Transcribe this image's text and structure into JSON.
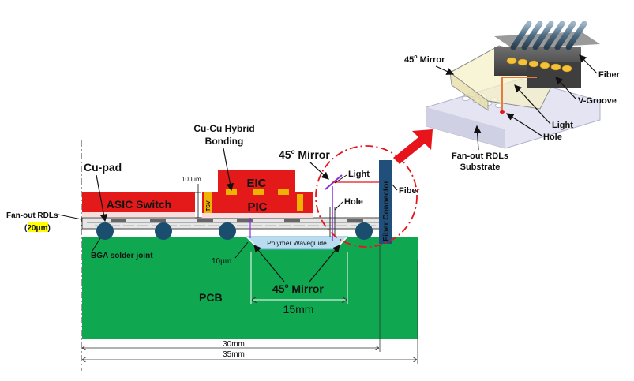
{
  "labels": {
    "cu_cu_line1": "Cu-Cu Hybrid",
    "cu_cu_line2": "Bonding",
    "cu_pad": "Cu-pad",
    "dim_100um": "100μm",
    "eic": "EIC",
    "pic": "PIC",
    "tsv": "TSV",
    "asic_switch": "ASIC Switch",
    "fanout_line1": "Fan-out RDLs",
    "fanout_line2": "(20μm)",
    "bga": "BGA solder joint",
    "dim_10um": "10μm",
    "polymer_waveguide": "Polymer Waveguide",
    "mirror_main_prefix": "45",
    "mirror_main_suffix": " Mirror",
    "mirror_bottom_prefix": "45",
    "mirror_bottom_suffix": " Mirror",
    "light": "Light",
    "fiber": "Fiber",
    "hole": "Hole",
    "fiber_connector": "Fiber Connector",
    "pcb": "PCB",
    "dim_15mm": "15mm",
    "dim_30mm": "30mm",
    "dim_35mm": "35mm",
    "degree_mark": "o"
  },
  "inset": {
    "mirror_prefix": "45",
    "mirror_suffix": " Mirror",
    "fiber": "Fiber",
    "v_groove": "V-Groove",
    "light": "Light",
    "hole": "Hole",
    "fanout_line1": "Fan-out RDLs",
    "fanout_line2": "Substrate"
  },
  "colors": {
    "pcb_green": "#0fa850",
    "chip_red": "#e41a1a",
    "bond_yellow": "#f0b400",
    "solder_blue": "#1b4e6e",
    "connector_blue": "#1f4f7a",
    "arrow_red": "#e8141b",
    "waveguide": "#b8dcf0",
    "light_purple": "#8a2be2",
    "highlight_yellow": "#ffff00"
  }
}
